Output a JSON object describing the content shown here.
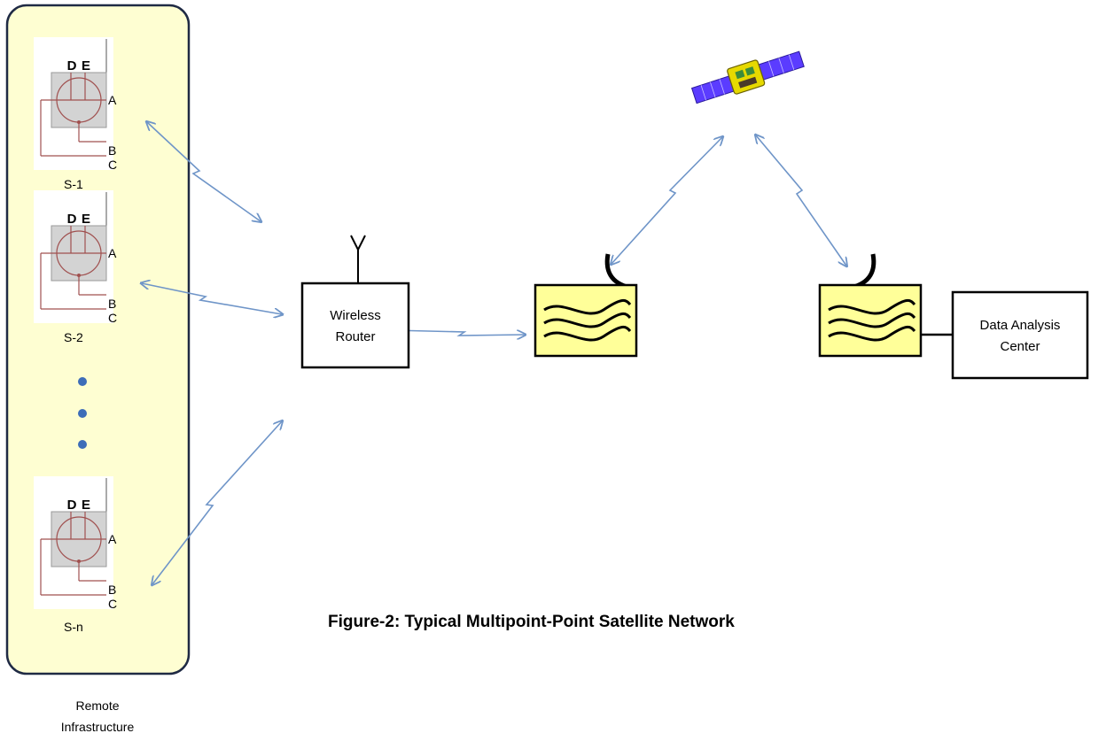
{
  "caption": "Figure-2: Typical Multipoint-Point Satellite Network",
  "remote_group": {
    "label_line1": "Remote",
    "label_line2": "Infrastructure",
    "background_color": "#fefed2",
    "border_color": "#1f2a44"
  },
  "sensors": [
    {
      "name": "S-1",
      "pins": {
        "d": "D",
        "e": "E",
        "a": "A",
        "b": "B",
        "c": "C"
      }
    },
    {
      "name": "S-2",
      "pins": {
        "d": "D",
        "e": "E",
        "a": "A",
        "b": "B",
        "c": "C"
      }
    },
    {
      "name": "S-n",
      "pins": {
        "d": "D",
        "e": "E",
        "a": "A",
        "b": "B",
        "c": "C"
      }
    }
  ],
  "router": {
    "line1": "Wireless",
    "line2": "Router"
  },
  "analysis_center": {
    "line1": "Data Analysis",
    "line2": "Center"
  },
  "colors": {
    "arrow": "#6f95c8",
    "ground_station_fill": "#ffff99",
    "sensor_fill": "#d3d3d3",
    "sensor_line": "#a0504f",
    "satellite_panel": "#5b3cff",
    "satellite_body": "#e6d900"
  }
}
